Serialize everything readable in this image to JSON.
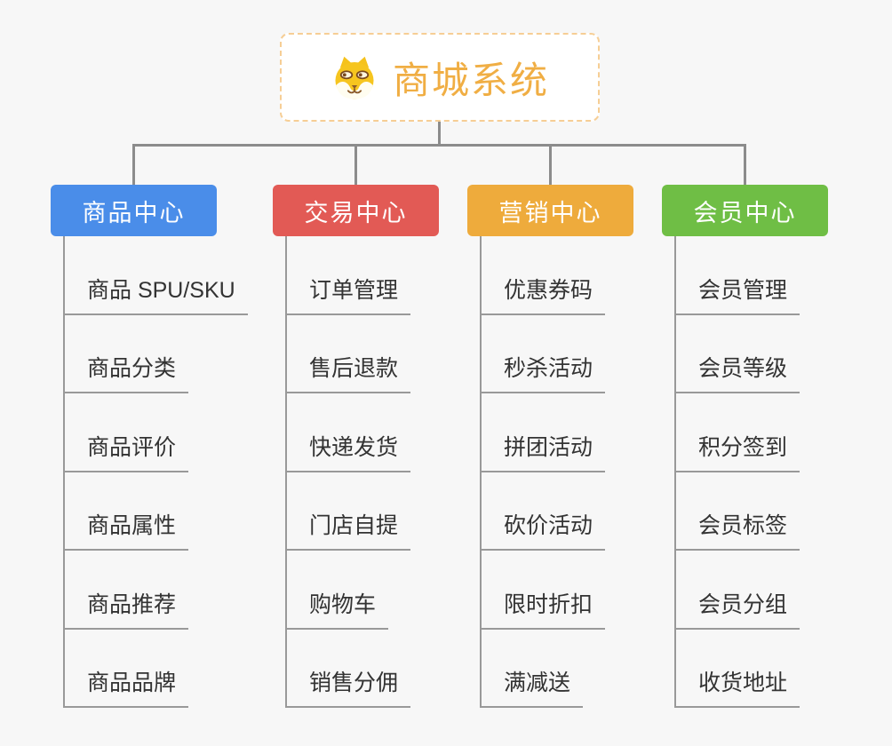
{
  "root": {
    "title": "商城系统",
    "icon": "shiba-dog-icon",
    "title_color": "#f0ae44",
    "border_color": "#f6ce95"
  },
  "connector_color": "#8c8c8c",
  "underline_color": "#999999",
  "background_color": "#f7f7f7",
  "branches": [
    {
      "label": "商品中心",
      "color": "#4a8de9",
      "items": [
        "商品 SPU/SKU",
        "商品分类",
        "商品评价",
        "商品属性",
        "商品推荐",
        "商品品牌"
      ]
    },
    {
      "label": "交易中心",
      "color": "#e25a55",
      "items": [
        "订单管理",
        "售后退款",
        "快递发货",
        "门店自提",
        "购物车",
        "销售分佣"
      ]
    },
    {
      "label": "营销中心",
      "color": "#eeab3c",
      "items": [
        "优惠券码",
        "秒杀活动",
        "拼团活动",
        "砍价活动",
        "限时折扣",
        "满减送"
      ]
    },
    {
      "label": "会员中心",
      "color": "#6fbe45",
      "items": [
        "会员管理",
        "会员等级",
        "积分签到",
        "会员标签",
        "会员分组",
        "收货地址"
      ]
    }
  ]
}
